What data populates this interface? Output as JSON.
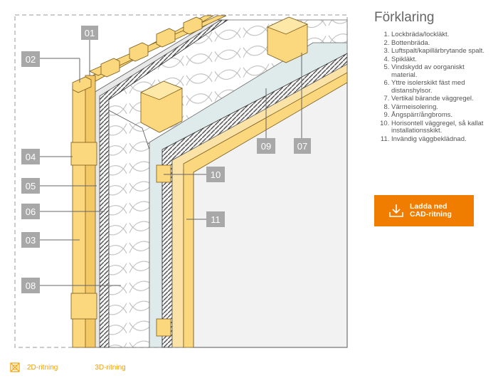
{
  "labels": [
    "01",
    "02",
    "03",
    "04",
    "05",
    "06",
    "07",
    "08",
    "09",
    "10",
    "11"
  ],
  "legend": {
    "title": "Förklaring",
    "items": [
      "Lockbräda/lockläkt.",
      "Bottenbräda.",
      "Luftspalt/kapillärbrytande spalt.",
      "Spikläkt.",
      "Vindskydd av oorganiskt material.",
      "Yttre isolerskikt fäst med distanshylsor.",
      "Vertikal bärande väggregel.",
      "Värmeisolering.",
      "Ångspärr/ångbroms.",
      "Horisontell väggregel, så kallat installationsskikt.",
      "Invändig väggbeklädnad."
    ]
  },
  "download": {
    "line1": "Ladda ned",
    "line2": "CAD-ritning",
    "icon": "download-icon"
  },
  "tabs": [
    {
      "label": "2D-ritning",
      "icon": "drawing-2d-icon"
    },
    {
      "label": "3D-ritning"
    }
  ],
  "colors": {
    "wood": "#fbd77e",
    "wood_dark": "#e9b94f",
    "accent": "#f07d00",
    "tab_text": "#f3a000",
    "label_bg": "#a8a8a8",
    "membrane": "#dfeaea"
  }
}
